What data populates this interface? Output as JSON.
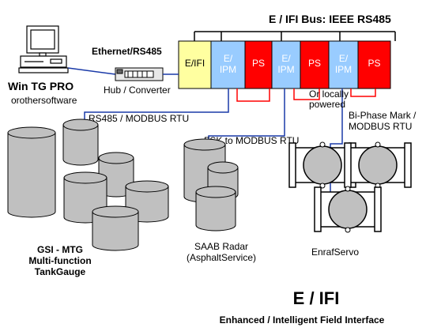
{
  "bus_label": "E / IFI Bus: IEEE RS485",
  "ethernet_label": "Ethernet/RS485",
  "hub_label": "Hub / Converter",
  "pc": {
    "name": "Win TG PRO",
    "sub": "orothersoftware"
  },
  "modules": [
    {
      "lines": [
        "E/IFI"
      ],
      "type": "efi"
    },
    {
      "lines": [
        "E/",
        "IPM"
      ],
      "type": "ipm"
    },
    {
      "lines": [
        "PS"
      ],
      "type": "ps"
    },
    {
      "lines": [
        "E/",
        "IPM"
      ],
      "type": "ipm"
    },
    {
      "lines": [
        "PS"
      ],
      "type": "ps"
    },
    {
      "lines": [
        "E/",
        "IPM"
      ],
      "type": "ipm"
    },
    {
      "lines": [
        "PS"
      ],
      "type": "ps"
    }
  ],
  "locally_powered": [
    "Or locally",
    "powered"
  ],
  "links": {
    "rs485": "RS485 / MODBUS RTU",
    "fsk": "FSK to MODBUS RTU",
    "biphase": [
      "Bi-Phase Mark /",
      "MODBUS RTU"
    ]
  },
  "groups": {
    "gsi": [
      "GSI - MTG",
      "Multi-function",
      "TankGauge"
    ],
    "saab": [
      "SAAB Radar",
      "(AsphaltService)"
    ],
    "enraf": "EnrafServo"
  },
  "footer": {
    "title": "E / IFI",
    "subtitle": "Enhanced / Intelligent Field Interface"
  },
  "colors": {
    "efi": "#ffffa0",
    "ipm": "#99ccff",
    "ps": "#ff0000",
    "blue_link": "#1a3aa8",
    "red_link": "#ff0000",
    "tank": "#c0c0c0"
  }
}
